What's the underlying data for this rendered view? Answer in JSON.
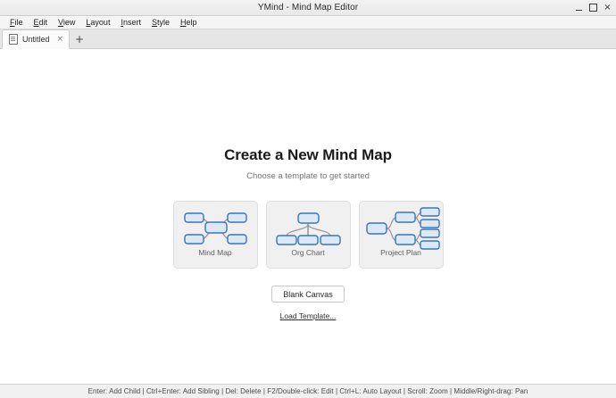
{
  "window": {
    "title": "YMind - Mind Map Editor",
    "controls": {
      "minimize": "minimize",
      "maximize": "maximize",
      "close": "×"
    }
  },
  "menubar": {
    "items": [
      {
        "label": "File",
        "mnemonic": "F",
        "rest": "ile"
      },
      {
        "label": "Edit",
        "mnemonic": "E",
        "rest": "dit"
      },
      {
        "label": "View",
        "mnemonic": "V",
        "rest": "iew"
      },
      {
        "label": "Layout",
        "mnemonic": "L",
        "rest": "ayout"
      },
      {
        "label": "Insert",
        "mnemonic": "I",
        "rest": "nsert"
      },
      {
        "label": "Style",
        "mnemonic": "S",
        "rest": "tyle"
      },
      {
        "label": "Help",
        "mnemonic": "H",
        "rest": "elp"
      }
    ]
  },
  "tabbar": {
    "tabs": [
      {
        "label": "Untitled",
        "close": "×",
        "active": true
      }
    ],
    "add_label": "+"
  },
  "welcome": {
    "title": "Create a New Mind Map",
    "subtitle": "Choose a template to get started",
    "templates": [
      {
        "name": "Mind Map",
        "thumb": "mind-map"
      },
      {
        "name": "Org Chart",
        "thumb": "org-chart"
      },
      {
        "name": "Project Plan",
        "thumb": "project-plan"
      }
    ],
    "blank_canvas_label": "Blank Canvas",
    "load_template_label": "Load Template..."
  },
  "statusbar": {
    "shortcuts": [
      "Enter: Add Child",
      "Ctrl+Enter: Add Sibling",
      "Del: Delete",
      "F2/Double-click: Edit",
      "Ctrl+L: Auto Layout",
      "Scroll: Zoom",
      "Middle/Right-drag: Pan"
    ],
    "separator": "  |  ",
    "text": "Enter: Add Child  |  Ctrl+Enter: Add Sibling  |  Del: Delete  |  F2/Double-click: Edit  |  Ctrl+L: Auto Layout  |  Scroll: Zoom  |  Middle/Right-drag: Pan"
  },
  "colors": {
    "node_fill": "#dbe8f7",
    "node_stroke": "#3a74bd",
    "link_stroke": "#9a9a9a",
    "card_bg": "#f0f0f0",
    "card_border": "#dedede",
    "canvas_bg": "#ffffff"
  }
}
